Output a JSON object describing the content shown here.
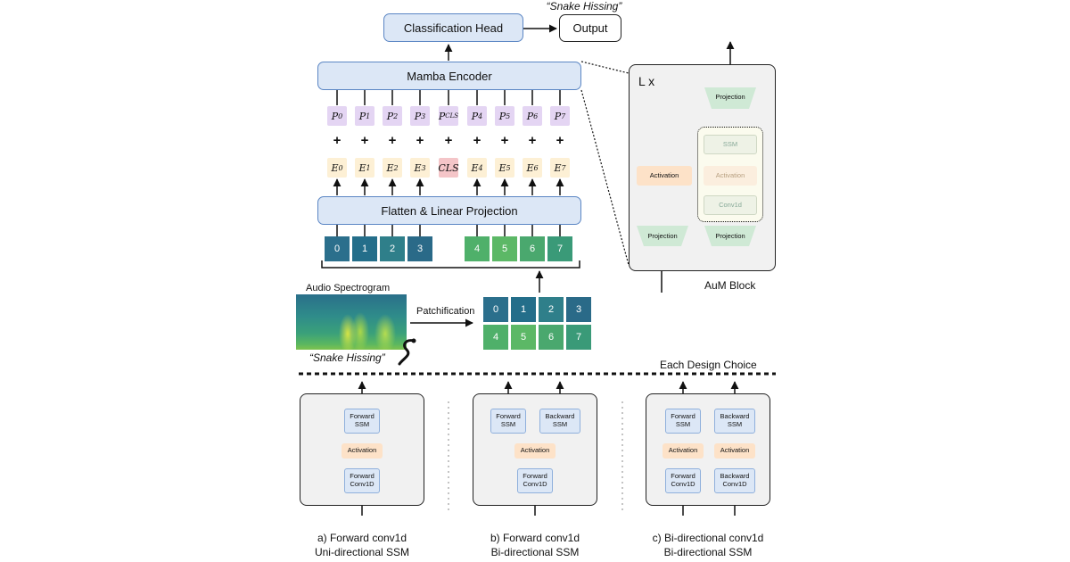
{
  "top": {
    "classification_head": "Classification Head",
    "output": "Output",
    "output_quote": "“Snake Hissing”",
    "mamba_encoder": "Mamba Encoder",
    "flatten_projection": "Flatten & Linear Projection"
  },
  "tokens": {
    "positional": [
      "P0",
      "P1",
      "P2",
      "P3",
      "PCLS",
      "P4",
      "P5",
      "P6",
      "P7"
    ],
    "embeddings": [
      "E0",
      "E1",
      "E2",
      "E3",
      "CLS",
      "E4",
      "E5",
      "E6",
      "E7"
    ],
    "plus": "+"
  },
  "patches": {
    "row_labels": [
      "0",
      "1",
      "2",
      "3",
      "4",
      "5",
      "6",
      "7"
    ],
    "grid_labels": [
      "0",
      "1",
      "2",
      "3",
      "4",
      "5",
      "6",
      "7"
    ]
  },
  "spectrogram": {
    "title": "Audio Spectrogram",
    "caption": "“Snake Hissing”",
    "patchification": "Patchification"
  },
  "aum_block": {
    "repeat": "L x",
    "projection_top": "Projection",
    "ssm": "SSM",
    "activation_inner": "Activation",
    "conv1d": "Conv1d",
    "activation_left": "Activation",
    "projection_left": "Projection",
    "projection_right": "Projection",
    "label": "AuM Block"
  },
  "design": {
    "title": "Each Design Choice",
    "variants": [
      {
        "blocks": [
          "Forward SSM",
          "Activation",
          "Forward Conv1D"
        ],
        "caption_line1": "a) Forward conv1d",
        "caption_line2": "Uni-directional SSM"
      },
      {
        "blocks": [
          "Forward SSM",
          "Backward SSM",
          "Activation",
          "Forward Conv1D"
        ],
        "caption_line1": "b) Forward conv1d",
        "caption_line2": "Bi-directional SSM"
      },
      {
        "blocks": [
          "Forward SSM",
          "Backward SSM",
          "Activation",
          "Activation",
          "Forward Conv1D",
          "Backward Conv1D"
        ],
        "caption_line1": "c) Bi-directional conv1d",
        "caption_line2": "Bi-directional SSM"
      }
    ]
  },
  "colors": {
    "encoder_fill": "#dce7f6",
    "encoder_border": "#5b86c4",
    "positional": "#e4d5f3",
    "embedding": "#fdf0d5",
    "cls": "#f4c5c8",
    "projection_green": "#cfe9d5",
    "activation_orange": "#fde2c8",
    "panel_gray": "#f1f1f1"
  }
}
